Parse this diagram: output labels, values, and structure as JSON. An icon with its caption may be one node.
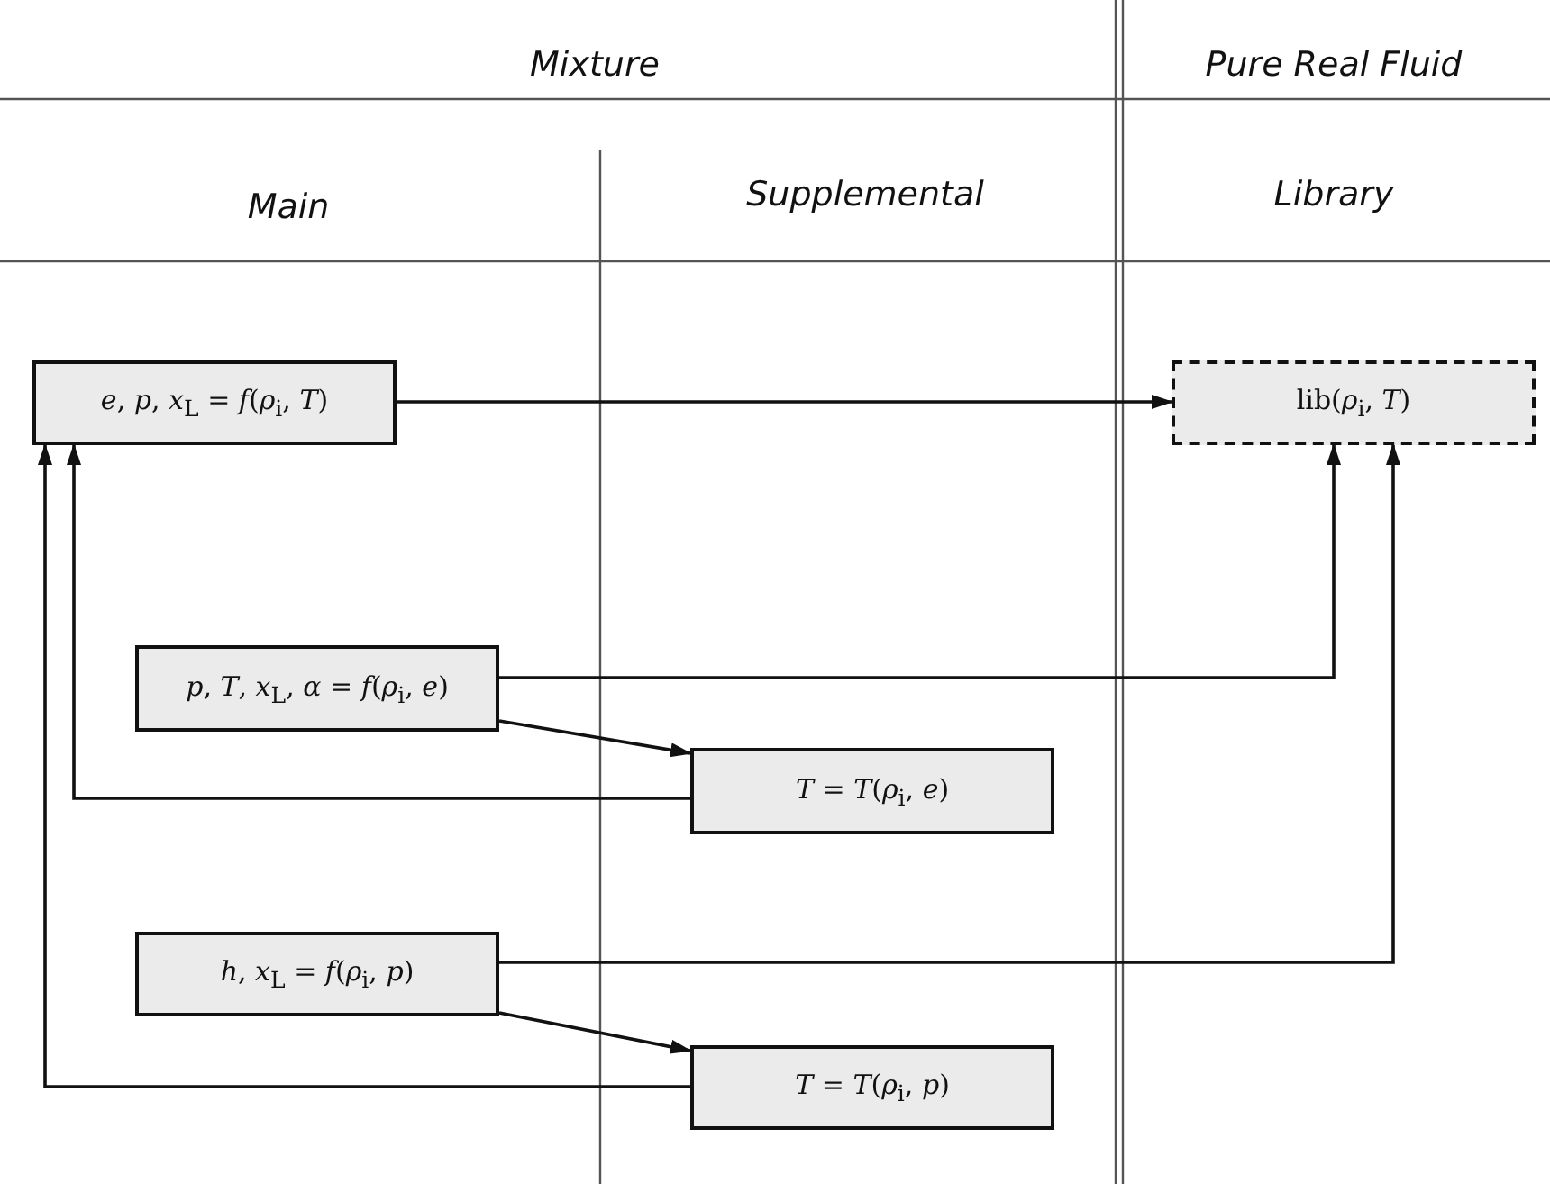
{
  "diagram": {
    "nodes": [
      {
        "text": [
          "*e*, *p*, *x*$_{L}$ = *f*(*ρ*$_{i}$, *T*)"
        ]
      },
      {
        "text": [
          "lib(*ρ*$_{i}$, *T*)"
        ]
      },
      {
        "text": [
          "*p*, *T*, *x*$_{L}$, *α* = *f*(*ρ*$_{i}$, *e*)"
        ]
      },
      {
        "text": [
          "*T* = *T*(*ρ*$_{i}$, *e*)"
        ]
      },
      {
        "text": [
          "*h*, *x*$_{L}$ = *f*(*ρ*$_{i}$, *p*)"
        ]
      },
      {
        "text": [
          "*T* = *T*(*ρ*$_{i}$, *p*)"
        ]
      }
    ],
    "edges": [
      {
        "from": 0,
        "to": 1,
        "arrow": "to"
      },
      {
        "from": 2,
        "to": 1,
        "arrow": "to"
      },
      {
        "from": 2,
        "to": 3,
        "arrow": "to"
      },
      {
        "from": 3,
        "to": 0,
        "arrow": "to"
      },
      {
        "from": 4,
        "to": 1,
        "arrow": "to"
      },
      {
        "from": 4,
        "to": 5,
        "arrow": "to"
      },
      {
        "from": 5,
        "to": 0,
        "arrow": "to"
      }
    ],
    "labels": [
      "Mixture",
      "Pure Real Fluid",
      "Main",
      "Supplemental",
      "Library"
    ]
  }
}
